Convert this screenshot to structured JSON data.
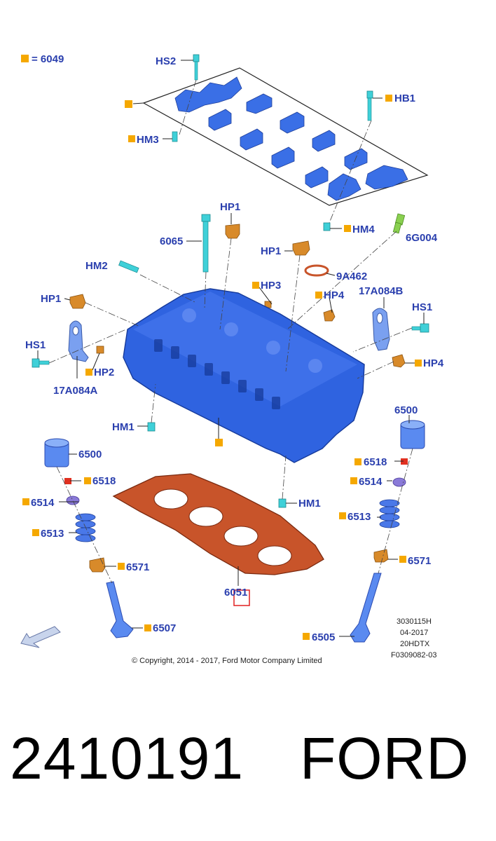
{
  "legend": {
    "text": "= 6049",
    "marker_color": "#f5a800"
  },
  "labels": {
    "hs2": "HS2",
    "hb1": "HB1",
    "hm3": "HM3",
    "hm4": "HM4",
    "hp1_top": "HP1",
    "p6065": "6065",
    "p6g004": "6G004",
    "hm2": "HM2",
    "hp1_mid": "HP1",
    "p9a462": "9A462",
    "hp3": "HP3",
    "hp4_mid": "HP4",
    "p17a084b": "17A084B",
    "hp1_left": "HP1",
    "hs1_right": "HS1",
    "hs1_left": "HS1",
    "hp2": "HP2",
    "hp4_right": "HP4",
    "p17a084a": "17A084A",
    "p6500_right": "6500",
    "hm1_left": "HM1",
    "p6500_left": "6500",
    "p6518_right": "6518",
    "p6518_left": "6518",
    "p6514_right": "6514",
    "p6514_left": "6514",
    "hm1_bottom": "HM1",
    "p6513_right": "6513",
    "p6513_left": "6513",
    "p6571_left": "6571",
    "p6571_right": "6571",
    "p6051": "6051",
    "p6507": "6507",
    "p6505": "6505"
  },
  "info_block": {
    "line1": "3030115H",
    "line2": "04-2017",
    "line3": "20HDTX",
    "line4": "F0309082-03"
  },
  "copyright": "© Copyright, 2014 - 2017, Ford Motor Company Limited",
  "footer": {
    "part_number": "2410191",
    "brand": "FORD"
  },
  "colors": {
    "callout_text": "#2a3fae",
    "marker": "#f5a800",
    "head_blue": "#2f63e0",
    "cap_blue": "#3a6fe6",
    "gasket": "#c8542a",
    "bolt_cyan": "#3fd0d8",
    "plug_orange": "#d88a2a",
    "valve_blue": "#5a8af0",
    "spring_blue": "#4a78e8",
    "seal_red": "#e03020",
    "retainer_purple": "#8a7ad8"
  }
}
